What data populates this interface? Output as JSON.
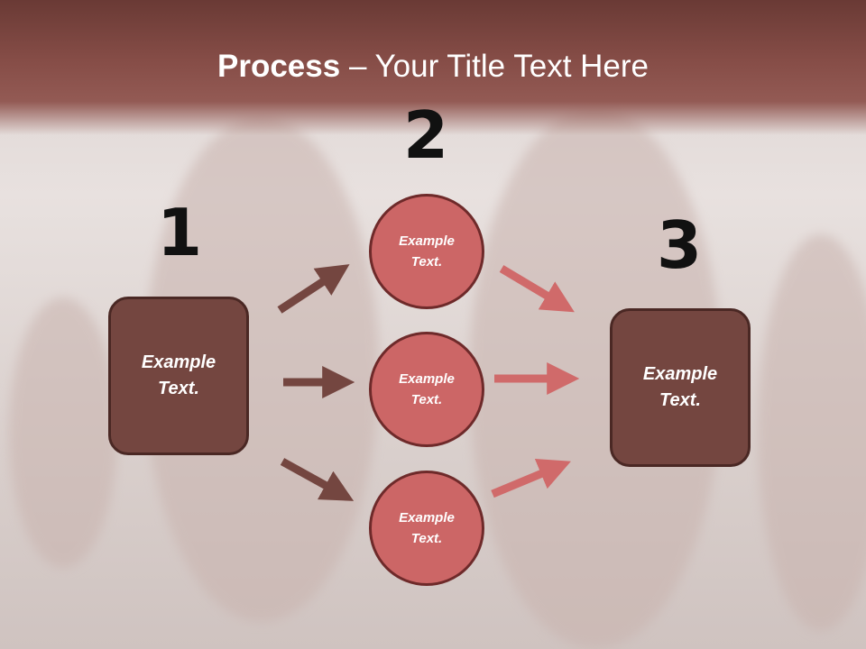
{
  "slide": {
    "title_bold": "Process",
    "title_rest": " – Your Title Text Here"
  },
  "steps": {
    "one": {
      "number": "1",
      "text_line1": "Example",
      "text_line2": "Text."
    },
    "two": {
      "number": "2"
    },
    "three": {
      "number": "3",
      "text_line1": "Example",
      "text_line2": "Text."
    }
  },
  "circles": [
    {
      "text_line1": "Example",
      "text_line2": "Text."
    },
    {
      "text_line1": "Example",
      "text_line2": "Text."
    },
    {
      "text_line1": "Example",
      "text_line2": "Text."
    }
  ],
  "colors": {
    "header": "#864d47",
    "box_fill": "#744640",
    "circle_fill": "#cc6666",
    "left_arrows": "#744640",
    "right_arrows": "#d06a6a"
  }
}
